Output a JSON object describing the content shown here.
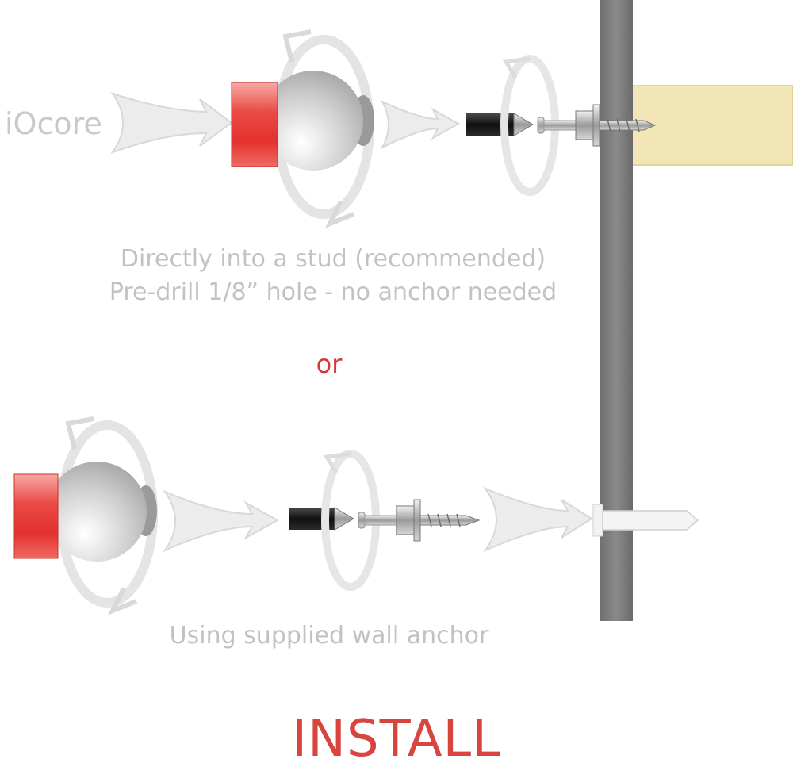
{
  "brand": {
    "name": "iOcore"
  },
  "captions": {
    "stud_line1": "Directly into a stud (recommended)",
    "stud_line2": "Pre-drill 1/8” hole - no anchor needed",
    "or": "or",
    "anchor": "Using supplied wall anchor"
  },
  "title": "INSTALL",
  "colors": {
    "accent_red": "#e8383c",
    "caption_gray": "#c2c2c2",
    "wall_gray": "#7a7a7a",
    "stud_wood": "#f3e6b6",
    "arrow_gray": "#e6e6e6"
  },
  "icons": [
    "knob-icon",
    "rotate-arrow-icon",
    "flow-arrow-icon",
    "screwdriver-bit-icon",
    "screw-icon",
    "wall-anchor-icon"
  ]
}
